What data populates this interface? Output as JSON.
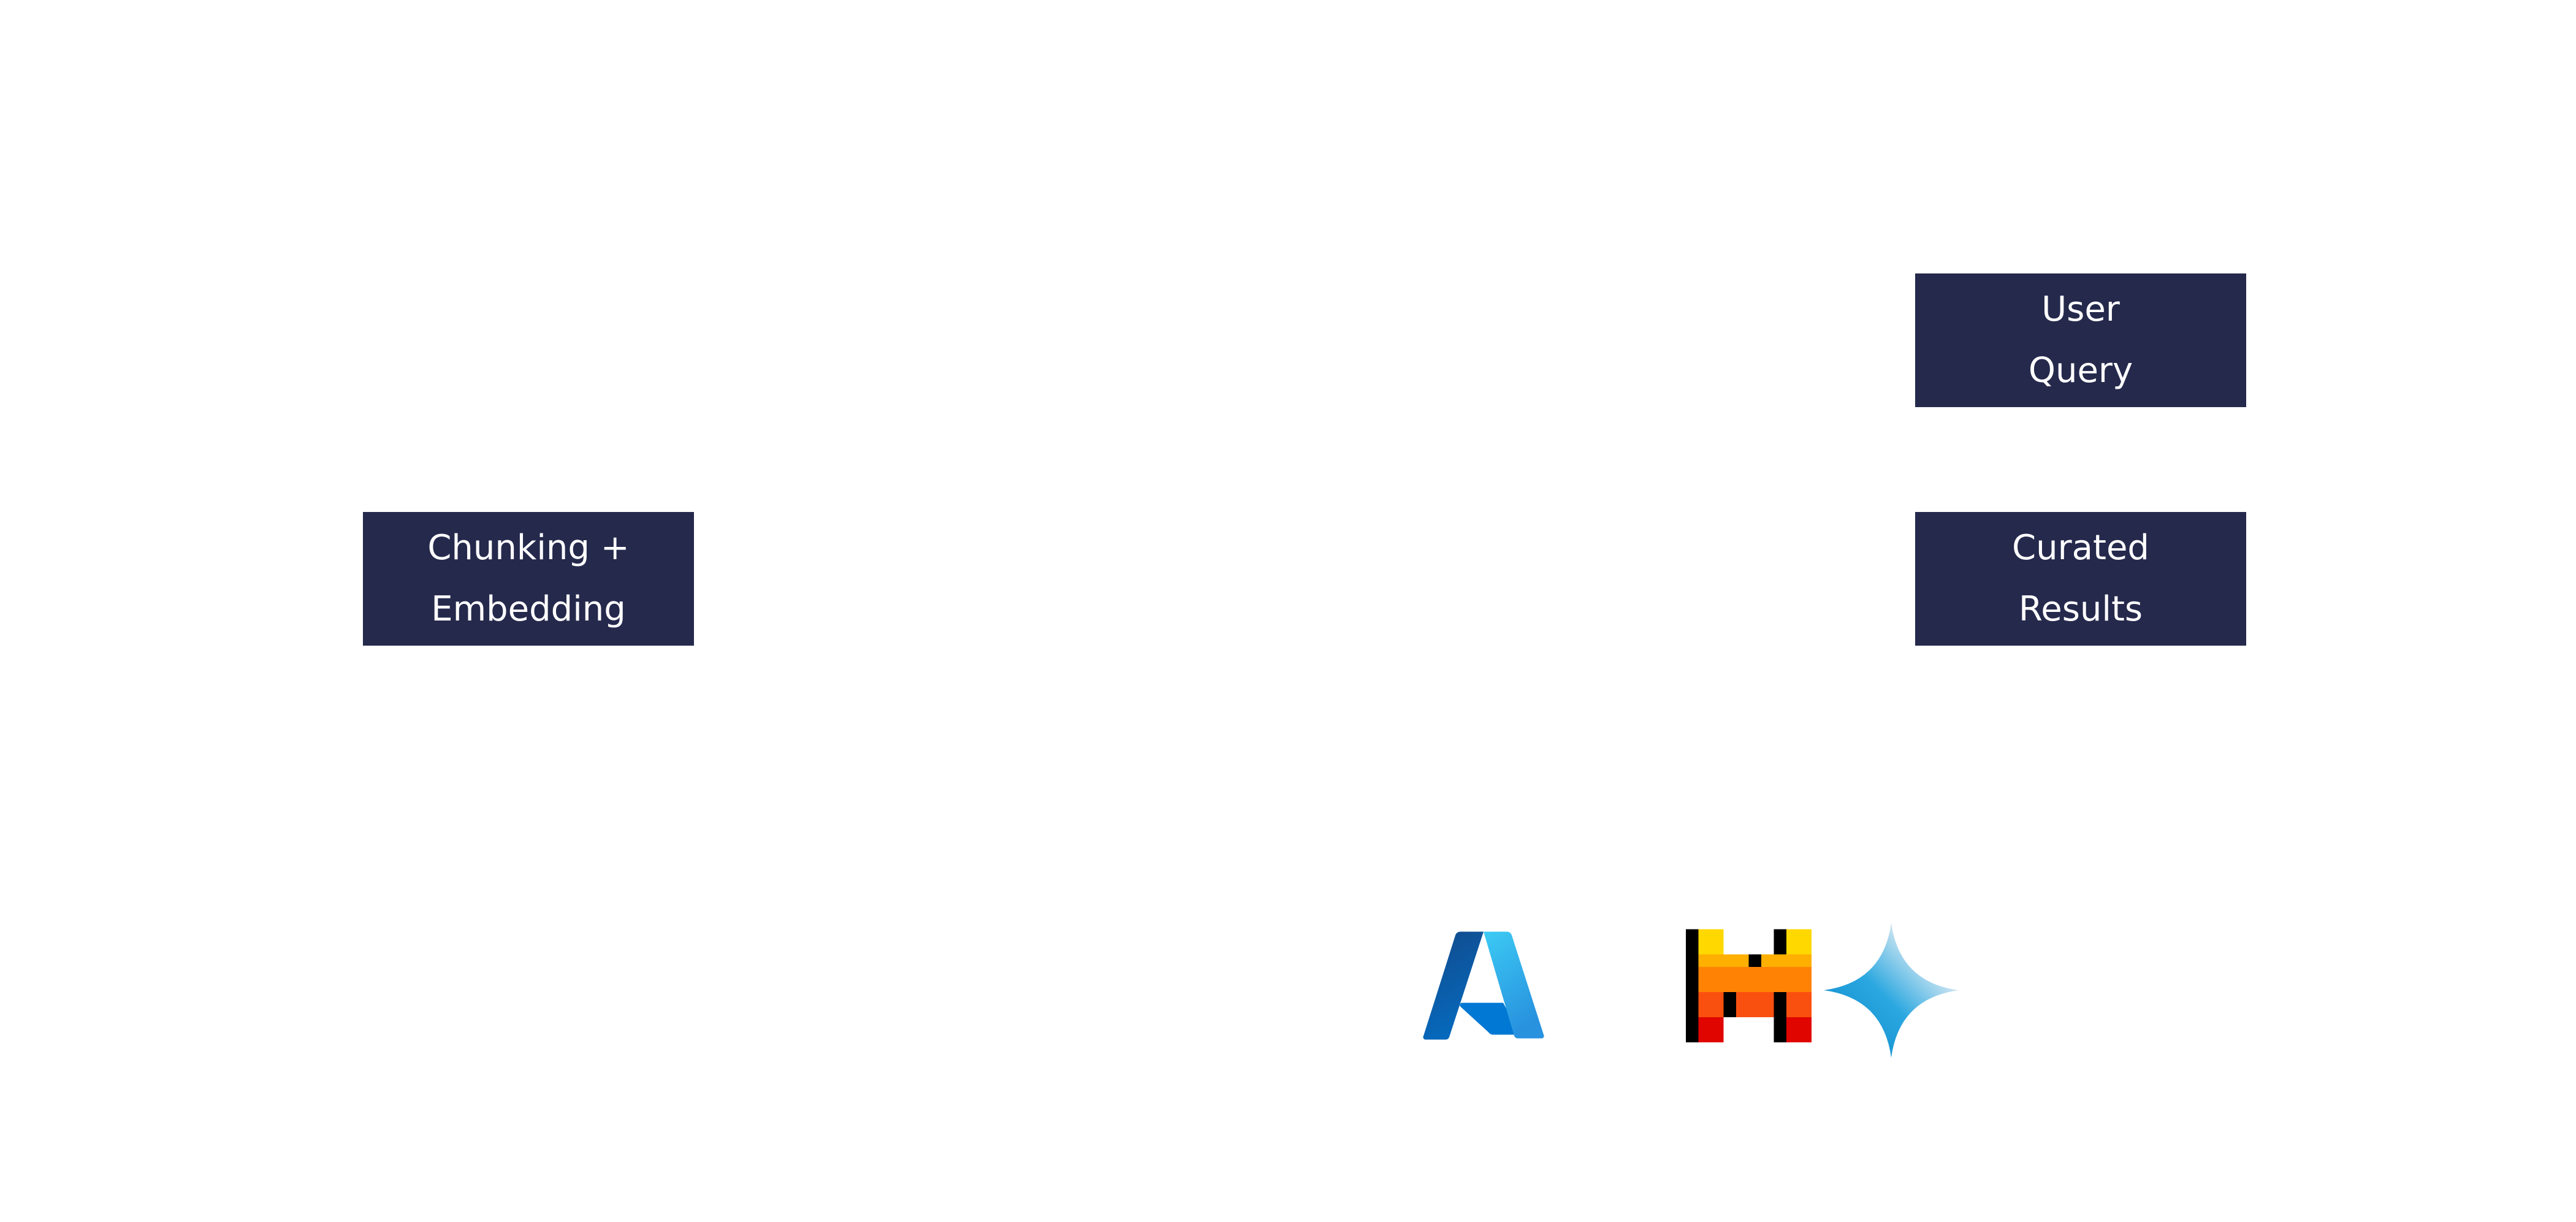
{
  "boxes": {
    "user_query": {
      "line1": "User",
      "line2": "Query"
    },
    "chunking": {
      "line1": "Chunking +",
      "line2": "Embedding"
    },
    "curated": {
      "line1": "Curated",
      "line2": "Results"
    }
  },
  "logos": [
    "azure-logo",
    "mistral-logo",
    "gemini-logo"
  ],
  "colors": {
    "box_fill": "#25294c",
    "box_text": "#ffffff"
  }
}
